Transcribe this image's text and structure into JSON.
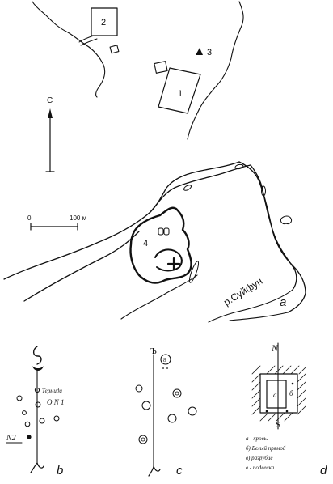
{
  "map": {
    "site_labels": [
      "1",
      "2",
      "3",
      "4"
    ],
    "north_label": "С",
    "scale": {
      "start": "0",
      "end": "100 м"
    },
    "river_label": "р.Суйфун",
    "panel_label": "a"
  },
  "panel_b": {
    "label": "b",
    "annotation_top": "Термида",
    "annotation_mid": "О N 1",
    "annotation_left": "N2"
  },
  "panel_c": {
    "label": "c",
    "top_marker": "Ъ"
  },
  "panel_d": {
    "label": "d",
    "north_label": "N",
    "south_label": "S",
    "inner_label": "а",
    "side_label": "б",
    "legend": [
      "а - кровь.",
      "б) Белый прямой",
      "в) разрубие",
      "в - подвеска"
    ]
  }
}
